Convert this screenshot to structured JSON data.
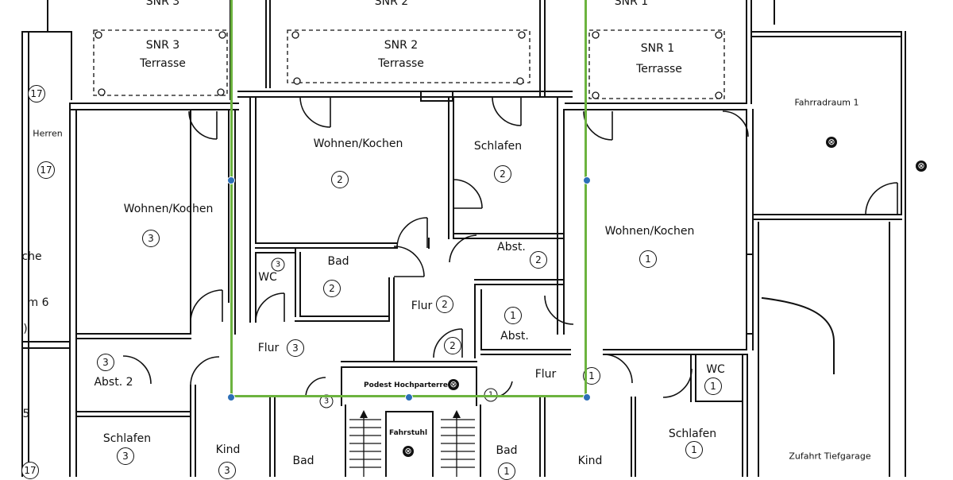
{
  "colors": {
    "selection": "#6cb33f",
    "handle": "#2c6fb7",
    "line": "#111111"
  },
  "labels": {
    "snr3_top": "SNR 3",
    "snr2_top": "SNR 2",
    "snr1_top": "SNR 1",
    "snr3_title": "SNR 3",
    "snr3_sub": "Terrasse",
    "snr2_title": "SNR 2",
    "snr2_sub": "Terrasse",
    "snr1_title": "SNR 1",
    "snr1_sub": "Terrasse",
    "fahrrad": "Fahrradraum 1",
    "herren": "Herren",
    "che": "che",
    "m6": "m 6",
    "wk3": "Wohnen/Kochen",
    "wk2": "Wohnen/Kochen",
    "schlafen2": "Schlafen",
    "wk1": "Wohnen/Kochen",
    "bad2": "Bad",
    "wc3": "WC",
    "abst2": "Abst.",
    "flur2": "Flur",
    "abst1": "Abst.",
    "flur3": "Flur",
    "abst2b": "Abst. 2",
    "flur1": "Flur",
    "wc1": "WC",
    "podest": "Podest Hochparterre",
    "fahrstuhl": "Fahrstuhl",
    "schlafen3": "Schlafen",
    "kind3": "Kind",
    "bad_b": "Bad",
    "bad1": "Bad",
    "kind1": "Kind",
    "schlafen1": "Schlafen",
    "tiefgarage": "Zufahrt Tiefgarage"
  },
  "nums": {
    "n17a": "17",
    "n17b": "17",
    "n17c": "17",
    "wk3": "3",
    "wk2": "2",
    "schlafen2": "2",
    "wk1": "1",
    "bad2": "2",
    "wc3": "3",
    "abst2": "2",
    "flur2": "2",
    "abst1": "1",
    "flur3": "3",
    "flur_step": "2",
    "abst2b": "3",
    "flur1": "1",
    "wc1": "1",
    "schlafen3": "3",
    "kind3": "3",
    "bad1": "1",
    "schlafen1": "1",
    "stair3": "3",
    "stair1": "1",
    "left5": "5",
    "left0": ")"
  },
  "symbols": {
    "mark": "⊗"
  }
}
